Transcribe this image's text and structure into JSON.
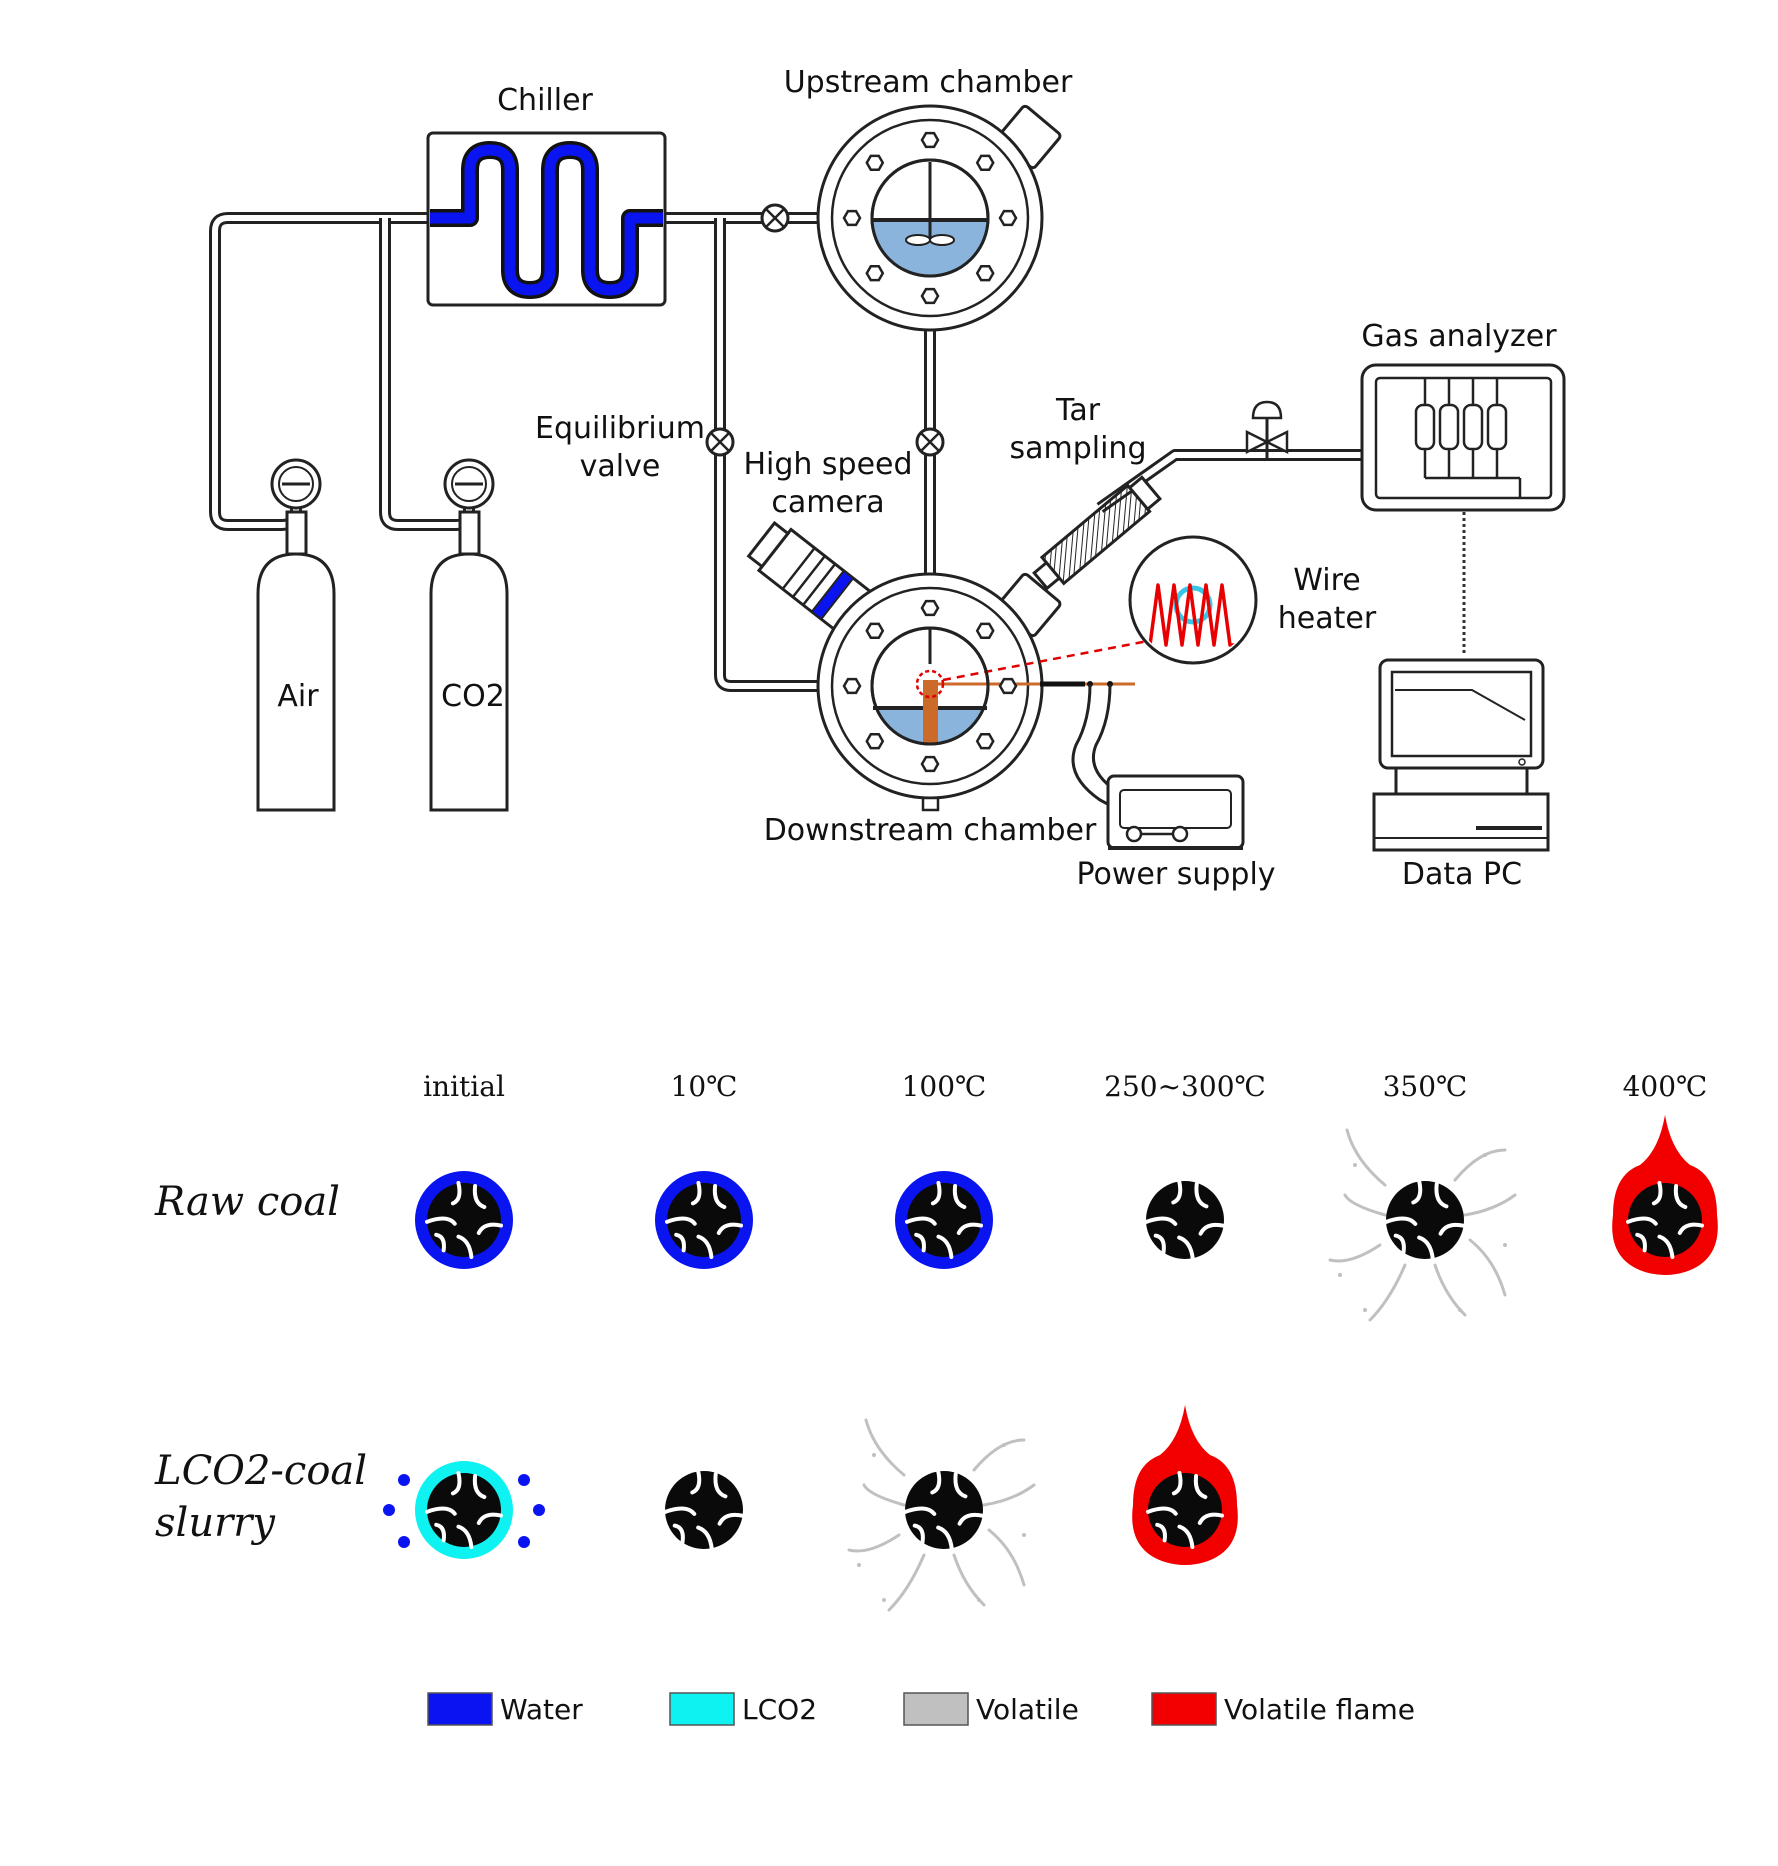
{
  "diagram": {
    "labels": {
      "chiller": "Chiller",
      "upstream": "Upstream chamber",
      "gas_analyzer": "Gas analyzer",
      "equilibrium_1": "Equilibrium",
      "equilibrium_2": "valve",
      "camera_1": "High speed",
      "camera_2": "camera",
      "tar_1": "Tar",
      "tar_2": "sampling",
      "wire_1": "Wire",
      "wire_2": "heater",
      "air": "Air",
      "co2": "CO2",
      "downstream": "Downstream chamber",
      "power": "Power supply",
      "data_pc": "Data PC"
    }
  },
  "stages": {
    "headers": [
      "initial",
      "10℃",
      "100℃",
      "250~300℃",
      "350℃",
      "400℃"
    ],
    "rows": [
      {
        "label_lines": [
          "Raw coal"
        ],
        "states": [
          "water",
          "water",
          "water",
          "coal",
          "volatile",
          "flame"
        ]
      },
      {
        "label_lines": [
          "LCO2-coal",
          "slurry"
        ],
        "states": [
          "lco2",
          "coal",
          "volatile",
          "flame"
        ]
      }
    ]
  },
  "legend": [
    {
      "label": "Water",
      "color": "#0a14f0"
    },
    {
      "label": "LCO2",
      "color": "#0ef2f2"
    },
    {
      "label": "Volatile",
      "color": "#c0c0c0"
    },
    {
      "label": "Volatile flame",
      "color": "#f20000"
    }
  ]
}
